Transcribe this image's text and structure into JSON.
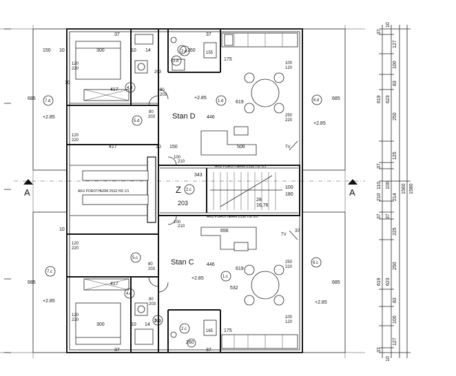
{
  "units": {
    "stan_d": {
      "label": "Stan D",
      "level": "+2.85",
      "area_label": "446"
    },
    "stan_c": {
      "label": "Stan C",
      "level": "+2.85",
      "area_label": "446"
    },
    "stair": {
      "label": "Z",
      "tag": "2.c",
      "width_label": "203"
    }
  },
  "section": {
    "left": "A",
    "right": "A"
  },
  "wall_notes": {
    "top": "AKU POROTHERM 25SZ HD 1/1",
    "left": "AKU POROTHERM 25SZ HD 1/1",
    "bottom": "AKU POROTHERM 25SZ HD 1/1"
  },
  "room_tags": {
    "d1": "1.d",
    "d2": "2.d",
    "d3": "3.d",
    "d4": "4.d",
    "d5": "5.d",
    "d6": "6.d",
    "d7": "7.d",
    "c1": "1.c",
    "c2": "2.c",
    "c3": "3.c",
    "c4": "4.c",
    "c5": "5.c",
    "c6": "6.c",
    "c7": "7.c"
  },
  "levels": {
    "left_top": "+2.85",
    "right_top": "+2.85",
    "left_bottom": "+2.85",
    "right_bottom": "+2.85"
  },
  "dims": {
    "top_150": "150",
    "top_10a": "10",
    "top_300": "300",
    "top_10b": "10",
    "top_14": "14",
    "top_260": "260",
    "top_37a": "37",
    "top_37b": "37",
    "top_155": "155",
    "top_175": "175",
    "top_203": "203",
    "top_10c": "10",
    "d_417": "417",
    "d_619": "619",
    "d_446": "446",
    "d_685_l": "685",
    "d_685_r": "685",
    "d_506": "506",
    "d_10": "10",
    "d_150": "150",
    "d_343": "343",
    "d_417b": "417",
    "d_80a": "80",
    "d_203a": "203",
    "d_80b": "80",
    "d_203b": "203",
    "w_120_220_a": "120",
    "w_120_220_a2": "220",
    "w_120_220_b": "120",
    "w_120_220_b2": "220",
    "w_100_120": "100",
    "w_100_120b": "120",
    "w_250_220": "250",
    "w_250_220b": "220",
    "mid_28": "28",
    "mid_1676": "16,76",
    "mid_100": "100",
    "mid_180": "180",
    "mid_210": "210",
    "mid_100b": "100",
    "mid_210b": "210",
    "mid_100c": "100",
    "c_656": "656",
    "c_37": "37",
    "c_417": "417",
    "c_446": "446",
    "c_532": "532",
    "c_619": "619",
    "c_685_l": "685",
    "c_685_r": "685",
    "c_10": "10",
    "c_80a": "80",
    "c_203a": "203",
    "c_80b": "80",
    "c_203b": "203",
    "c_w_120_220": "120",
    "c_w_120_220b": "220",
    "c_w_120_220c": "120",
    "c_w_120_220d": "220",
    "c_w_250_220": "250",
    "c_w_250_220b": "220",
    "c_w_100_120": "100",
    "c_w_100_120b": "120",
    "bot_300": "300",
    "bot_10": "10",
    "bot_14": "14",
    "bot_260": "260",
    "bot_37a": "37",
    "bot_37b": "37",
    "bot_165": "165",
    "bot_175": "175",
    "bot_203": "203"
  },
  "right_chain": {
    "outer": [
      "1560",
      "1580"
    ],
    "inner": [
      "37",
      "127",
      "100",
      "83",
      "250",
      "125",
      "37",
      "110",
      "100",
      "214",
      "210",
      "37",
      "37",
      "225",
      "250",
      "83",
      "100",
      "127",
      "37",
      "10",
      "10"
    ],
    "mid": [
      "619",
      "623",
      "619",
      "623"
    ]
  },
  "misc": {
    "tv_top": "TV",
    "tv_bottom": "TV"
  }
}
